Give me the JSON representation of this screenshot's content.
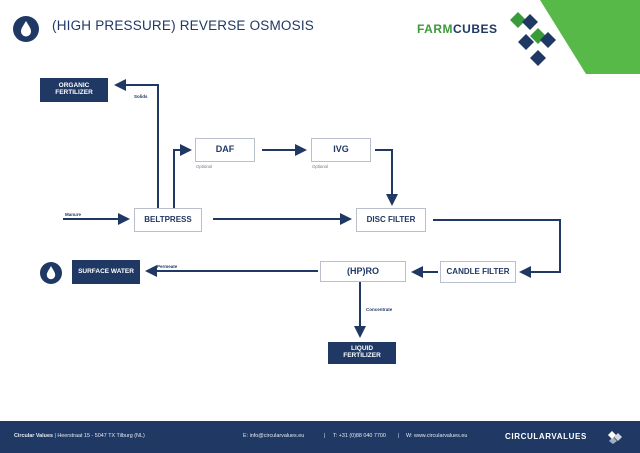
{
  "header": {
    "title": "(HIGH PRESSURE) REVERSE OSMOSIS"
  },
  "logo": {
    "farm": "FARM",
    "cubes": "CUBES"
  },
  "nodes": {
    "organic_fertilizer": "ORGANIC\nFERTILIZER",
    "daf": "DAF",
    "ivg": "IVG",
    "beltpress": "BELTPRESS",
    "disc_filter": "DISC FILTER",
    "surface_water": "SURFACE WATER",
    "hpro": "(HP)RO",
    "candle_filter": "CANDLE FILTER",
    "liquid_fertilizer": "LIQUID\nFERTILIZER"
  },
  "labels": {
    "solids": "Solids",
    "manure": "Manure",
    "permeate": "Permeate",
    "concentrate": "Concentrate",
    "daf_note": "Optional",
    "ivg_note": "Optional"
  },
  "footer": {
    "company": "Circular Values",
    "address": "Heerstraat 15 - 5047 TX Tilburg (NL)",
    "email": "E: info@circularvalues.eu",
    "phone": "T: +31 (0)88 040 7700",
    "web": "W: www.circularvalues.eu",
    "brand": "CIRCULARVALUES"
  },
  "colors": {
    "navy": "#1f3864",
    "green": "#57b947",
    "logo_green": "#3a9b3a"
  }
}
